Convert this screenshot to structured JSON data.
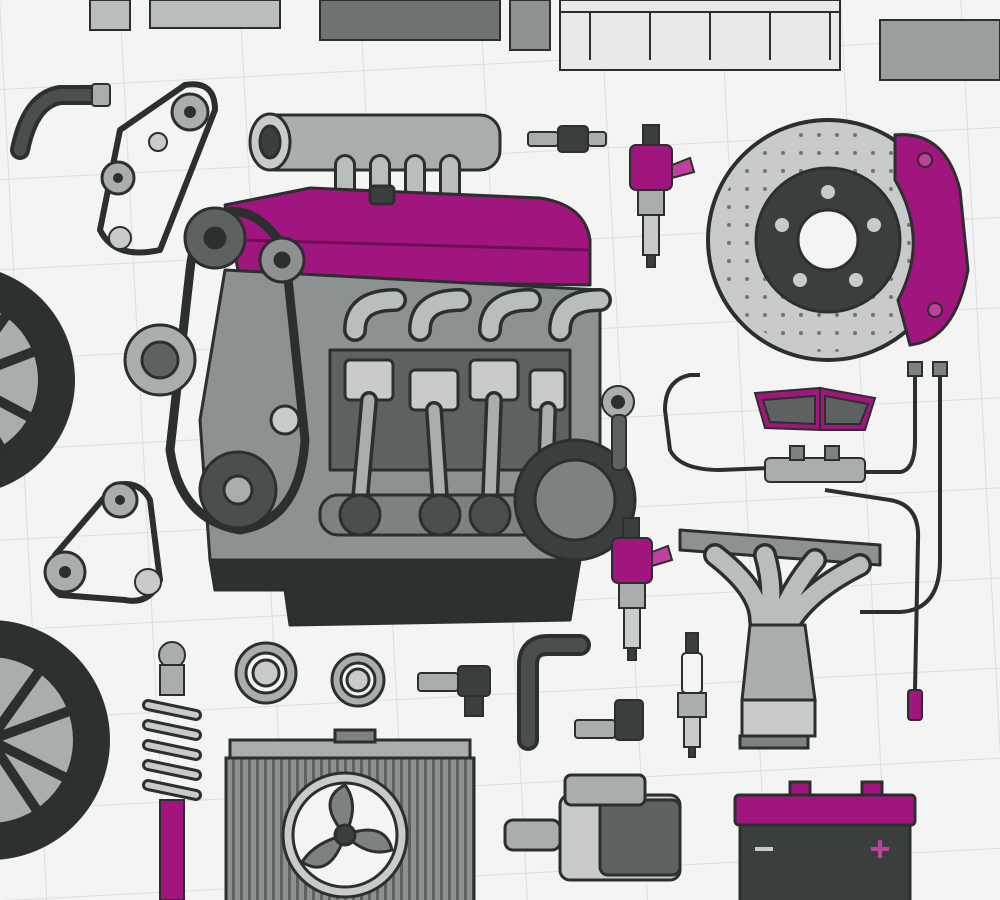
{
  "illustration": {
    "palette": {
      "background": "#f3f4f3",
      "grid": "#dcdedc",
      "outline": "#2b2f2e",
      "dark": "#3a3f3e",
      "metal": "#a9adac",
      "metal_light": "#c8cbca",
      "metal_dark": "#7d8281",
      "accent": "#a0157e",
      "accent_light": "#c0409e",
      "tire": "#2c302f"
    },
    "parts": [
      "engine-block",
      "brake-disc",
      "brake-caliper",
      "brake-pads",
      "fuel-injector",
      "spark-plug",
      "shock-absorber",
      "radiator",
      "cooling-fan",
      "starter-motor",
      "battery",
      "exhaust-manifold",
      "catalytic-converter",
      "timing-belt",
      "alloy-wheel",
      "bearing",
      "sensor",
      "hose"
    ]
  }
}
